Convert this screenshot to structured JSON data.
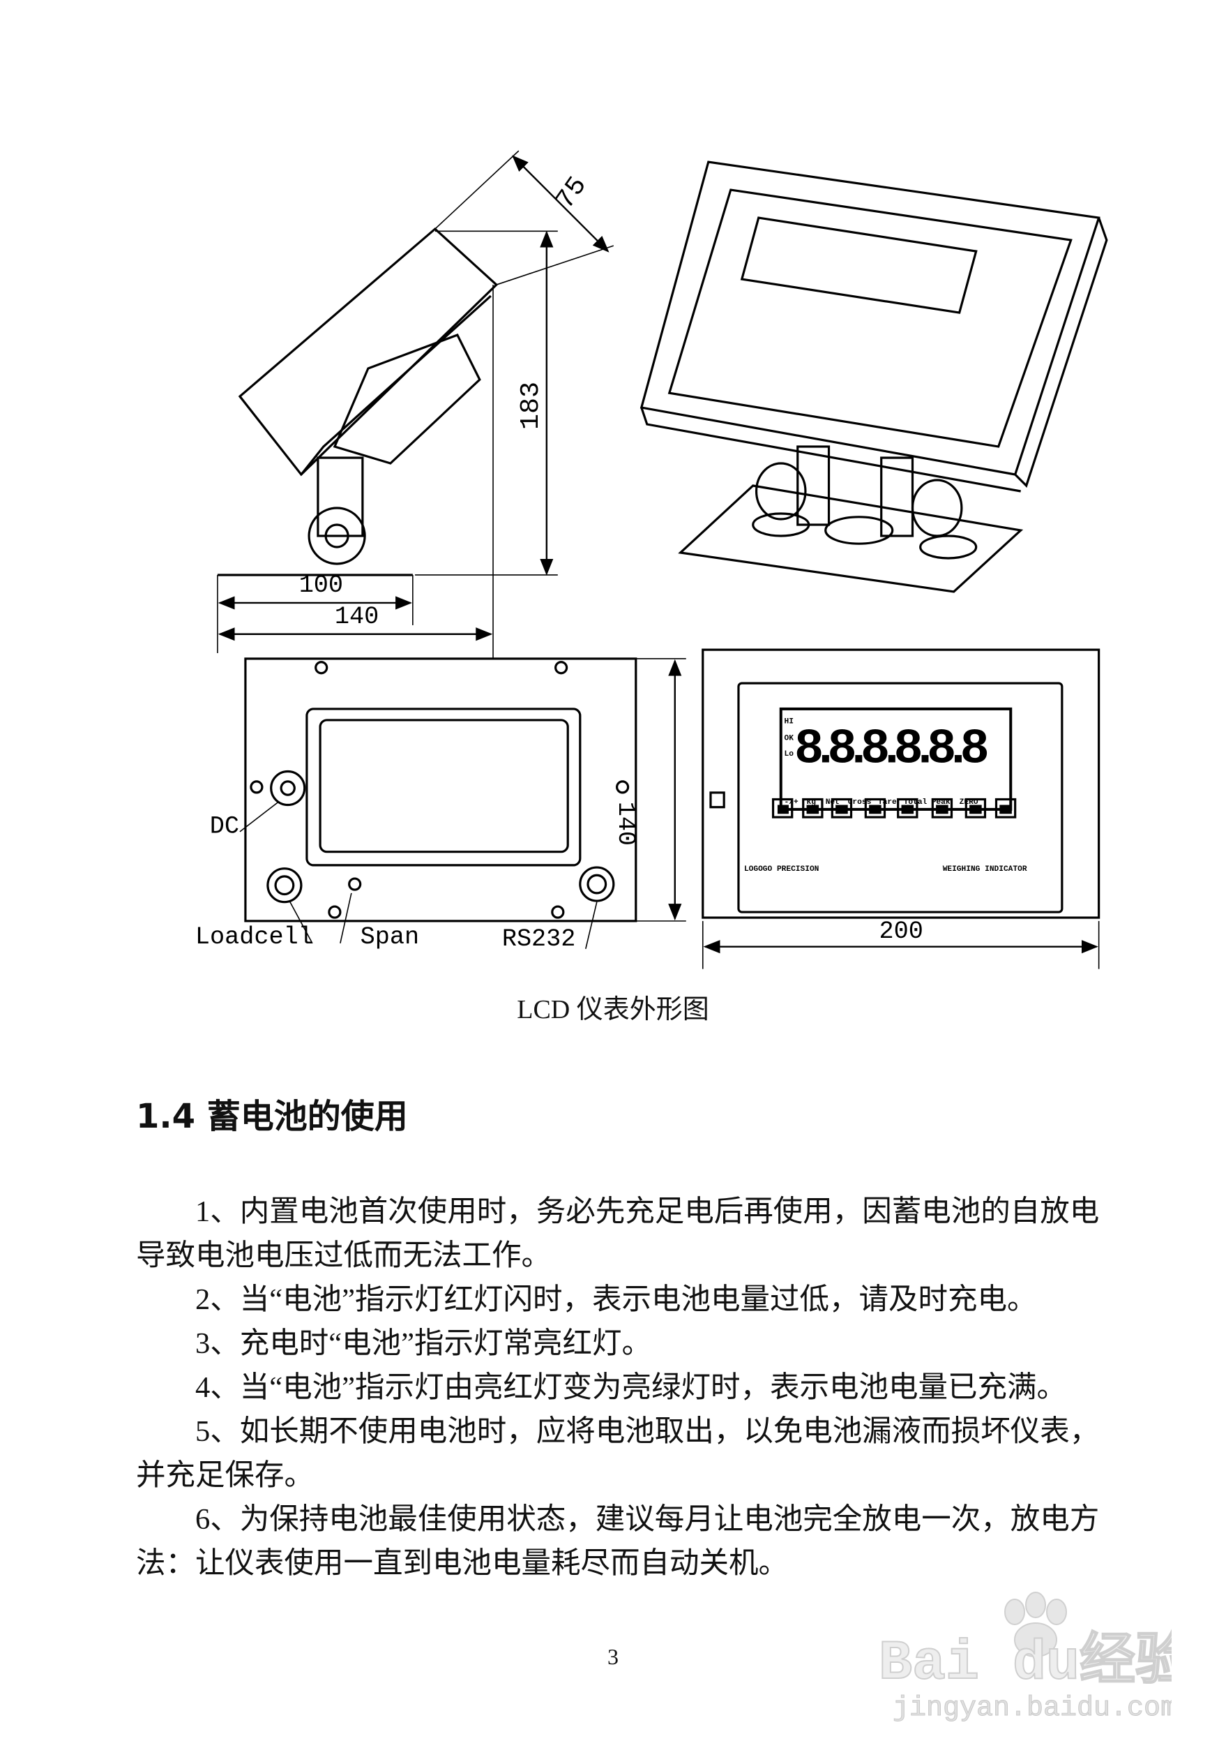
{
  "figure": {
    "dimensions": {
      "depth": "75",
      "height": "183",
      "base_inner": "100",
      "base_outer": "140",
      "front_height": "140",
      "front_width": "200"
    },
    "rear_labels": {
      "dc": "DC",
      "loadcell": "Loadcell",
      "span": "Span",
      "rs232": "RS232"
    },
    "front_panel": {
      "display": "8.8.8.8.8.8",
      "left_indicators": [
        "HI",
        "OK",
        "Lo"
      ],
      "bottom_indicators": [
        "-/+",
        "kg",
        "Net",
        "Gross",
        "Tare",
        "Total",
        "Peak",
        "ZERO"
      ],
      "brand": "LOGOGO PRECISION",
      "product": "WEIGHING INDICATOR"
    },
    "caption": "LCD 仪表外形图"
  },
  "section": {
    "heading": "1.4 蓄电池的使用",
    "paragraphs": [
      "1、内置电池首次使用时，务必先充足电后再使用，因蓄电池的自放电导致电池电压过低而无法工作。",
      "2、当“电池”指示灯红灯闪时，表示电池电量过低，请及时充电。",
      "3、充电时“电池”指示灯常亮红灯。",
      "4、当“电池”指示灯由亮红灯变为亮绿灯时，表示电池电量已充满。",
      "5、如长期不使用电池时，应将电池取出，以免电池漏液而损坏仪表，并充足保存。",
      "6、为保持电池最佳使用状态，建议每月让电池完全放电一次，放电方法：让仪表使用一直到电池电量耗尽而自动关机。"
    ]
  },
  "page_number": "3",
  "watermark": {
    "logo": "Baidu经验",
    "url": "jingyan.baidu.com"
  }
}
